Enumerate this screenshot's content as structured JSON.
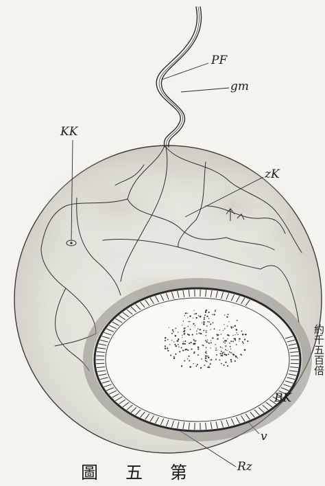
{
  "labels": {
    "pf": "PF",
    "gm": "gm",
    "kk": "KK",
    "zk": "zK",
    "bk": "BK",
    "v": "v",
    "rz": "Rz"
  },
  "magnification": "約千五百倍",
  "caption": "圖 五 第",
  "colors": {
    "ink": "#1c1c1c",
    "paper": "#f4f3ee",
    "shading": "#b9b7ae"
  }
}
